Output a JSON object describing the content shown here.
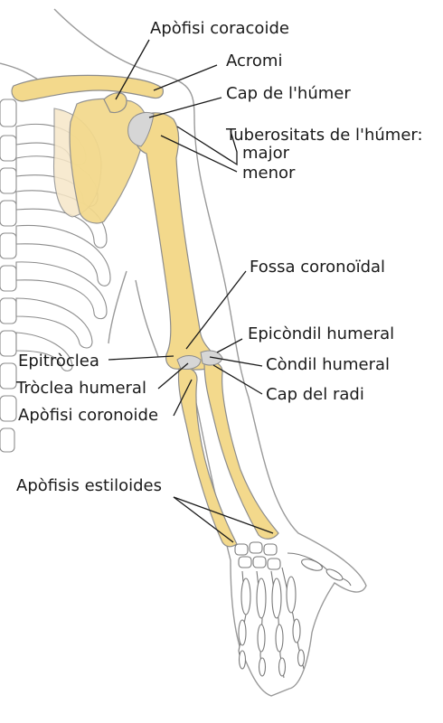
{
  "labels": {
    "apofisi_coracoide": "Apòfisi coracoide",
    "acromi": "Acromi",
    "cap_humer": "Cap de l'húmer",
    "tuberositats": "Tuberositats de l'húmer:",
    "major": "major",
    "menor": "menor",
    "fossa_coronoidal": "Fossa coronoïdal",
    "epicondil_humeral": "Epicòndil humeral",
    "epitroclea": "Epitròclea",
    "condil_humeral": "Còndil humeral",
    "troclea_humeral": "Tròclea humeral",
    "cap_radi": "Cap del radi",
    "apofisi_coronoide": "Apòfisi coronoide",
    "apofisis_estiloides": "Apòfisis estiloides"
  },
  "colors": {
    "bone": "#f3d98c",
    "cartilage": "#d6d6d6",
    "outline": "#9a9a9a",
    "text": "#1a1a1a"
  }
}
